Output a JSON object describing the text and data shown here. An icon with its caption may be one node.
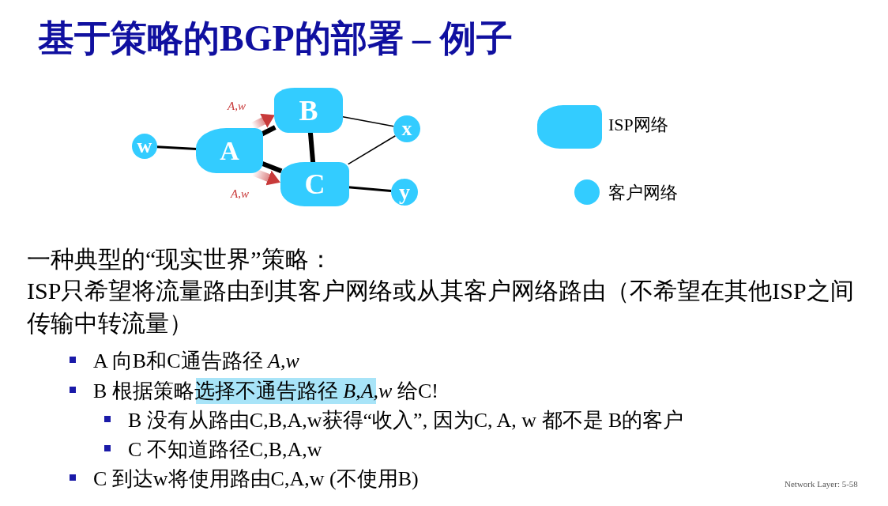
{
  "diagram": {
    "title": "基于策略的BGP的部署 – 例子",
    "nodes": [
      {
        "text": [
          "w"
        ]
      },
      {
        "text": [
          "A"
        ]
      },
      {
        "text": [
          "B"
        ]
      },
      {
        "text": [
          "C"
        ]
      },
      {
        "text": [
          "x"
        ]
      },
      {
        "text": [
          "y"
        ]
      }
    ],
    "edges": [
      {
        "from": 0,
        "to": 1,
        "arrow": "none"
      },
      {
        "from": 1,
        "to": 2,
        "arrow": "none",
        "style": "thick"
      },
      {
        "from": 1,
        "to": 3,
        "arrow": "none",
        "style": "thick"
      },
      {
        "from": 2,
        "to": 3,
        "arrow": "none",
        "style": "thick"
      },
      {
        "from": 2,
        "to": 4,
        "arrow": "none"
      },
      {
        "from": 3,
        "to": 4,
        "arrow": "none"
      },
      {
        "from": 3,
        "to": 5,
        "arrow": "none"
      },
      {
        "from": 1,
        "to": 2,
        "arrow": "to",
        "label": "*A,w*",
        "color": "#c83a3a"
      },
      {
        "from": 1,
        "to": 3,
        "arrow": "to",
        "label": "*A,w*",
        "color": "#c83a3a"
      }
    ],
    "labels": [
      "一种典型的“现实世界”策略：",
      "ISP只希望将流量路由到其客户网络或从其客户网络路由（不希望在其他ISP之间传输中转流量）",
      "A 向B和C通告路径 *A,w*",
      "B 根据策略选择不通告路径 *B,A,w* 给C!",
      "B 没有从路由C,B,A,w获得“收入”, 因为C, A, w 都不是 B的客户",
      "C 不知道路径C,B,A,w",
      "C 到达w将使用路由C,A,w (不使用B)",
      "Network Layer: 5-58"
    ],
    "legend": [
      {
        "text": "ISP网络"
      },
      {
        "text": "客户网络"
      }
    ]
  }
}
